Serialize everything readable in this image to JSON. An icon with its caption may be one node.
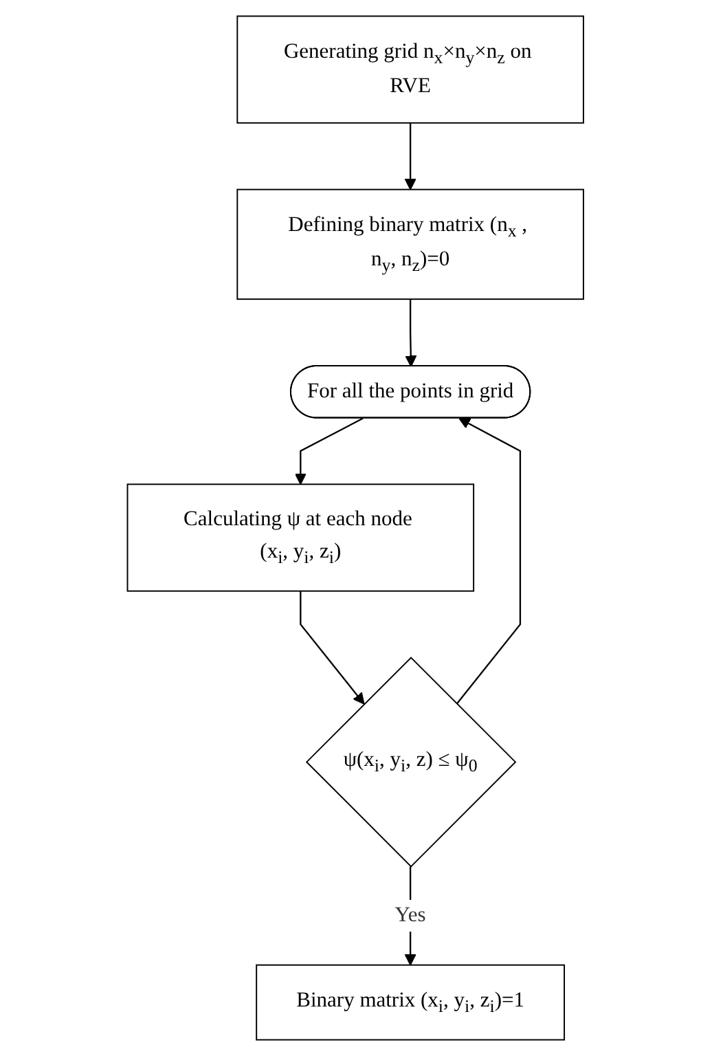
{
  "diagram": {
    "nodes": [
      {
        "text": [
          "Generating grid n$_{x}$×n$_{y}$×n$_{z}$ on RVE"
        ]
      },
      {
        "text": [
          "Defining binary matrix (n$_{x}$ , n$_{y}$, n$_{z}$)=0"
        ]
      },
      {
        "text": [
          "For all the points in grid"
        ]
      },
      {
        "text": [
          "Calculating ψ at each node (x$_{i}$, y$_{i}$, z$_{i}$)"
        ]
      },
      {
        "text": [
          "ψ(x$_{i}$, y$_{i}$, z) ≤ ψ$_{0}$"
        ]
      },
      {
        "text": [
          "Binary matrix (x$_{i}$, y$_{i}$, z$_{i}$)=1"
        ]
      }
    ],
    "edges": [
      {
        "from": 0,
        "to": 1,
        "arrow": "to"
      },
      {
        "from": 1,
        "to": 2,
        "arrow": "to"
      },
      {
        "from": 2,
        "to": 3,
        "arrow": "to"
      },
      {
        "from": 3,
        "to": 4,
        "arrow": "to"
      },
      {
        "from": 4,
        "to": 5,
        "arrow": "to",
        "label": "Yes"
      },
      {
        "from": 4,
        "to": 2,
        "arrow": "to"
      }
    ]
  }
}
